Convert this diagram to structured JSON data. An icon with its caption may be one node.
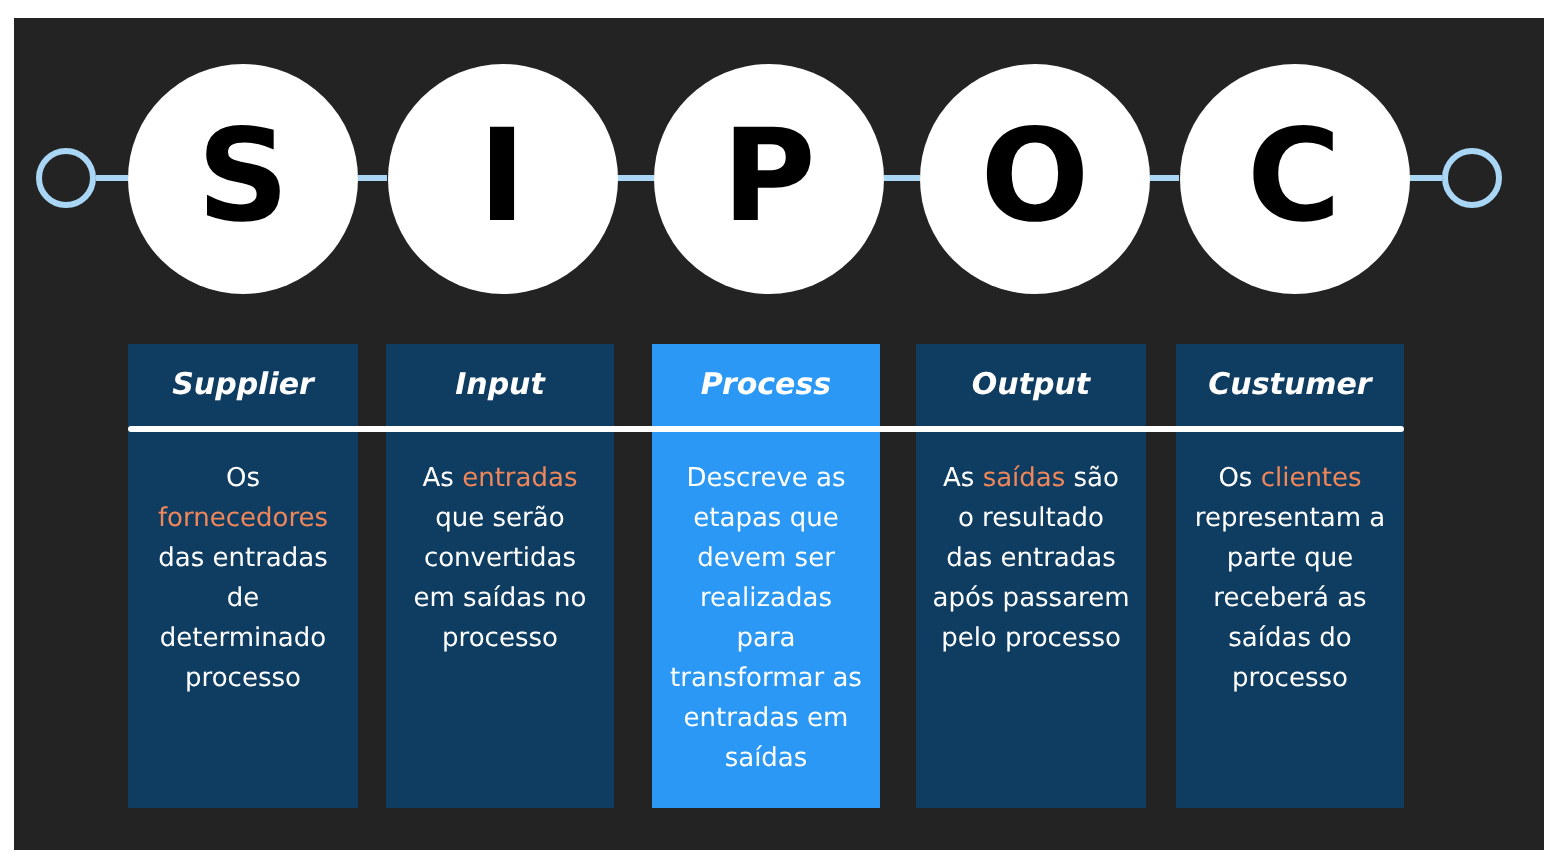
{
  "diagram": {
    "nodes": [
      {
        "text": [],
        "shape": "circle"
      },
      {
        "text": [
          "S"
        ]
      },
      {
        "text": [
          "I"
        ]
      },
      {
        "text": [
          "P"
        ]
      },
      {
        "text": [
          "O"
        ]
      },
      {
        "text": [
          "C"
        ]
      },
      {
        "text": [],
        "shape": "circle"
      },
      {
        "text": [
          "Supplier",
          "Os **fornecedores** das entradas de determinado processo"
        ]
      },
      {
        "text": [
          "Input",
          "As **entradas** que serão convertidas em saídas no processo"
        ]
      },
      {
        "text": [
          "Process",
          "Descreve as etapas que devem ser realizadas para transformar as entradas em saídas"
        ]
      },
      {
        "text": [
          "Output",
          "As **saídas** são o resultado das entradas após passarem pelo processo"
        ]
      },
      {
        "text": [
          "Custumer",
          "Os **clientes** representam a parte que receberá as saídas do processo"
        ]
      }
    ],
    "edges": [
      {
        "from": 0,
        "to": 1,
        "arrow": "none"
      },
      {
        "from": 1,
        "to": 2,
        "arrow": "none"
      },
      {
        "from": 2,
        "to": 3,
        "arrow": "none"
      },
      {
        "from": 3,
        "to": 4,
        "arrow": "none"
      },
      {
        "from": 4,
        "to": 5,
        "arrow": "none"
      },
      {
        "from": 5,
        "to": 6,
        "arrow": "none"
      }
    ]
  }
}
